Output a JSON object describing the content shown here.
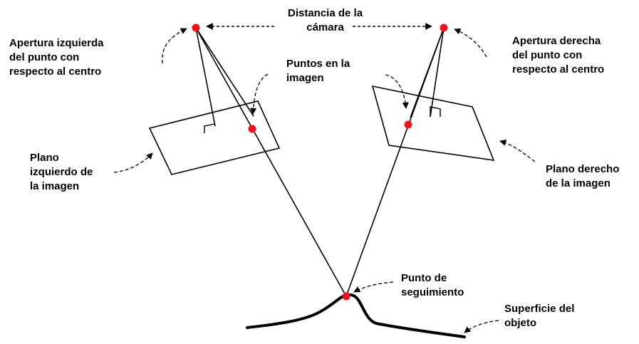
{
  "colors": {
    "line": "#000000",
    "point": "#e8161c",
    "background": "#ffffff"
  },
  "labels": {
    "camera_distance": [
      "Distancia de la",
      "cámara"
    ],
    "left_aperture": [
      "Apertura izquierda",
      "del punto con",
      "respecto al centro"
    ],
    "right_aperture": [
      "Apertura derecha",
      "del punto con",
      "respecto al centro"
    ],
    "image_points": [
      "Puntos en la",
      "imagen"
    ],
    "left_plane": [
      "Plano",
      "izquierdo de",
      "la imagen"
    ],
    "right_plane": [
      "Plano derecho",
      "de la imagen"
    ],
    "tracking_point": [
      "Punto de",
      "seguimiento"
    ],
    "object_surface": [
      "Superficie del",
      "objeto"
    ]
  }
}
